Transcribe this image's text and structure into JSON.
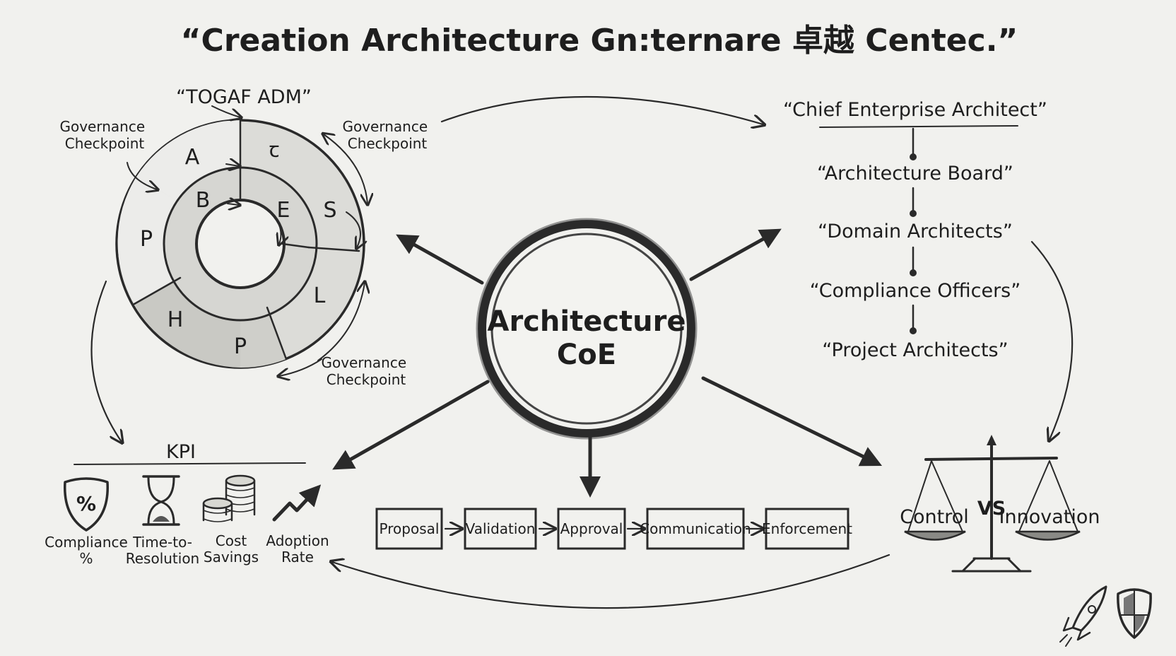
{
  "title": "“Creation Architecture Gn:ternare 卓越 Centec.”",
  "togaf": {
    "title": "“TOGAF ADM”",
    "checkpoints": [
      "Governance Checkpoint",
      "Governance Checkpoint",
      "Governance Checkpoint"
    ],
    "phases": [
      "A",
      "ꞇ",
      "B",
      "E",
      "S",
      "P",
      "L",
      "H",
      "P"
    ]
  },
  "center": {
    "line1": "Architecture",
    "line2": "CoE"
  },
  "hierarchy": [
    "“Chief Enterprise Architect”",
    "“Architecture Board”",
    "“Domain Architects”",
    "“Compliance Officers”",
    "“Project Architects”"
  ],
  "kpi": {
    "title": "KPI",
    "items": [
      {
        "icon": "shield-percent-icon",
        "glyph": "%",
        "line1": "Compliance",
        "line2": "%"
      },
      {
        "icon": "hourglass-icon",
        "line1": "Time-to-",
        "line2": "Resolution"
      },
      {
        "icon": "coins-icon",
        "line1": "Cost",
        "line2": "Savings"
      },
      {
        "icon": "trend-up-icon",
        "line1": "Adoption",
        "line2": "Rate"
      }
    ]
  },
  "process": [
    "Proposal",
    "Validation",
    "Approval",
    "Communication",
    "Enforcement"
  ],
  "balance": {
    "left": "Control",
    "vs": "VS",
    "right": "Innovation"
  }
}
